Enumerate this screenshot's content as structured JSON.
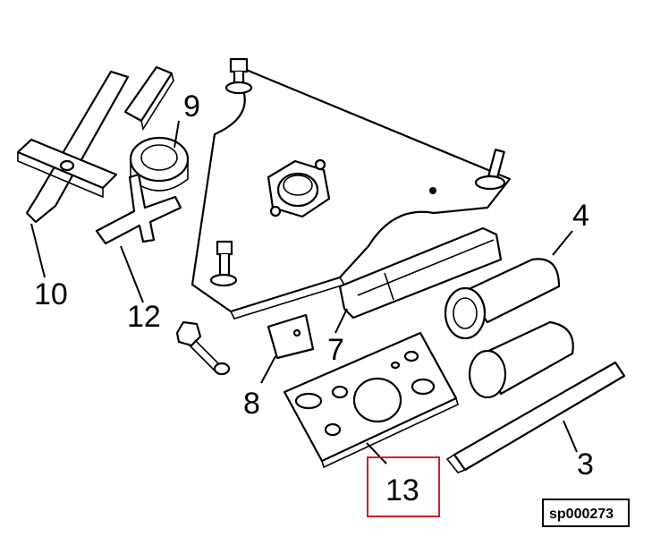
{
  "callouts": {
    "c9": "9",
    "c10": "10",
    "c12": "12",
    "c4": "4",
    "c7": "7",
    "c8": "8",
    "c3": "3",
    "c13": "13"
  },
  "reference_code": "sp000273",
  "highlight_color": "#d0202a"
}
